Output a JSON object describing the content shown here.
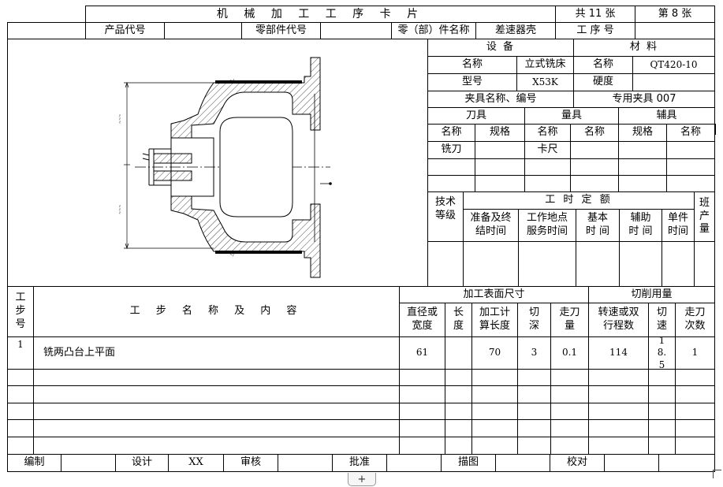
{
  "header": {
    "title": "机 械 加 工 工 序 卡 片",
    "total_sheets": "共 11 张",
    "sheet_no": "第 8 张",
    "product_code_label": "产品代号",
    "part_code_label": "零部件代号",
    "part_name_label": "零（部）件名称",
    "part_name_value": "差速器壳",
    "operation_no_label": "工 序 号"
  },
  "equipment": {
    "section_label": "设   备",
    "name_label": "名称",
    "name_value": "立式铣床",
    "model_label": "型号",
    "model_value": "X53K",
    "fixture_label": "夹具名称、编号",
    "fixture_value": "专用夹具 007"
  },
  "material": {
    "section_label": "材   料",
    "name_label": "名称",
    "name_value": "QT420-10",
    "hardness_label": "硬度"
  },
  "tools": {
    "cutter_label": "刀具",
    "gauge_label": "量具",
    "aux_label": "辅具",
    "name_label": "名称",
    "spec_label": "规格",
    "cutter_name": "铣刀",
    "gauge_name": "卡尺"
  },
  "time_quota": {
    "skill_label": "技术等级",
    "title": "工 时 定 额",
    "prep_label": "准备及终结时间",
    "service_label": "工作地点服务时间",
    "basic_label": "基本时 间",
    "aux_label": "辅助时 间",
    "unit_label": "单件时间",
    "shift_label": "班产量"
  },
  "steps_table": {
    "step_no_label": "工步号",
    "content_label": "工 步 名 称 及 内 容",
    "surface_dims_label": "加工表面尺寸",
    "cutting_label": "切削用量",
    "diameter_label": "直径或宽度",
    "length_label": "长度",
    "calc_length_label": "加工计算长度",
    "depth_label": "切深",
    "feed_label": "走刀量",
    "speed_label": "转速或双行程数",
    "cut_speed_label": "切速",
    "passes_label": "走刀次数",
    "rows": [
      {
        "step": "1",
        "content": "铣两凸台上平面",
        "diameter": "61",
        "length": "",
        "calc_length": "70",
        "depth": "3",
        "feed": "0.1",
        "speed": "114",
        "cut_speed": "18.5",
        "passes": "1"
      }
    ]
  },
  "footer": {
    "compile_label": "编制",
    "design_label": "设计",
    "design_value": "XX",
    "review_label": "审核",
    "approve_label": "批准",
    "trace_label": "描图",
    "check_label": "校对"
  },
  "sheet_tab": "+"
}
